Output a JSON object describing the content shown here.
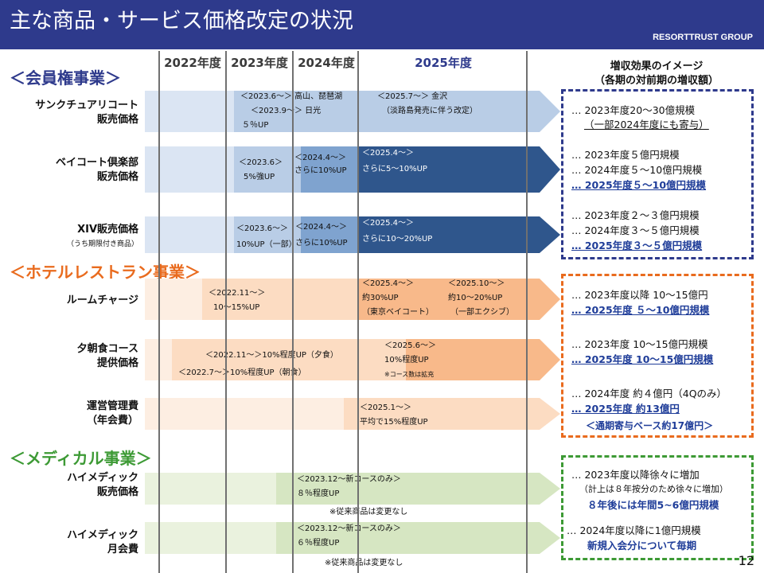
{
  "header": {
    "title": "主な商品・サービス価格改定の状況",
    "brand": "RESORTTRUST GROUP"
  },
  "years": [
    "2022年度",
    "2023年度",
    "2024年度",
    "2025年度"
  ],
  "effect_heading": {
    "line1": "増収効果のイメージ",
    "line2": "（各期の対前期の増収額）"
  },
  "sections": {
    "membership": "＜会員権事業＞",
    "hotel": "＜ホテルレストラン事業＞",
    "medical": "＜メディカル事業＞"
  },
  "rows": {
    "sanctuary": {
      "label1": "サンクチュアリコート",
      "label2": "販売価格",
      "t1": "＜2023.6～＞ 高山、琵琶湖",
      "t2": "＜2023.9～＞ 日光",
      "t3": "５％UP",
      "t4": "＜2025.7～＞ 金沢",
      "t5": "（淡路島発売に伴う改定）"
    },
    "baycourt": {
      "label1": "ベイコート倶楽部",
      "label2": "販売価格",
      "t1": "＜2023.6＞",
      "t2": "5%強UP",
      "t3": "＜2024.4～＞",
      "t4": "さらに10%UP",
      "t5": "＜2025.4～＞",
      "t6": "さらに5～10%UP"
    },
    "xiv": {
      "label1": "XIV販売価格",
      "label2": "（うち期限付き商品）",
      "t1": "＜2023.6～＞",
      "t2": "10%UP（一部）",
      "t3": "＜2024.4～＞",
      "t4": "さらに10%UP",
      "t5": "＜2025.4～＞",
      "t6": "さらに10～20%UP"
    },
    "room": {
      "label1": "ルームチャージ",
      "t1": "＜2022.11～＞",
      "t2": "10～15%UP",
      "t3": "＜2025.4～＞",
      "t4": "約30%UP",
      "t5": "（東京ベイコート）",
      "t6": "＜2025.10～＞",
      "t7": "約10～20%UP",
      "t8": "（一部エクシブ）"
    },
    "meal": {
      "label1": "夕朝食コース",
      "label2": "提供価格",
      "t1": "＜2022.11～＞10%程度UP（夕食）",
      "t2": "＜2022.7～＞10%程度UP（朝食）",
      "t3": "＜2025.6～＞",
      "t4": "10%程度UP",
      "t5": "※コース数は拡充"
    },
    "mgmt": {
      "label1": "運営管理費",
      "label2": "（年会費）",
      "t1": "＜2025.1～＞",
      "t2": "平均で15%程度UP"
    },
    "himedic_sales": {
      "label1": "ハイメディック",
      "label2": "販売価格",
      "t1": "＜2023.12～新コースのみ＞",
      "t2": "８％程度UP",
      "note": "※従来商品は変更なし"
    },
    "himedic_fee": {
      "label1": "ハイメディック",
      "label2": "月会費",
      "t1": "＜2023.12～新コースのみ＞",
      "t2": "６％程度UP",
      "note": "※従来商品は変更なし"
    }
  },
  "effects": {
    "membership": [
      "… 2023年度20～30億規模",
      "（一部2024年度にも寄与）",
      "… 2023年度５億円規模",
      "… 2024年度５～10億円規模",
      "… 2025年度５～10億円規模",
      "… 2023年度２～３億円規模",
      "… 2024年度３～５億円規模",
      "… 2025年度３～５億円規模"
    ],
    "hotel": [
      "… 2023年度以降 10～15億円",
      "… 2025年度 ５～10億円規模",
      "… 2023年度 10～15億円規模",
      "… 2025年度 10～15億円規模",
      "… 2024年度 約４億円（4Qのみ）",
      "… 2025年度 約13億円",
      "＜通期寄与ベース約17億円＞"
    ],
    "medical": [
      "… 2023年度以降徐々に増加",
      "（計上は８年按分のため徐々に増加）",
      "８年後には年間5~6億円規模",
      "… 2024年度以降に1億円規模",
      "新規入会分について毎期"
    ]
  },
  "colors": {
    "header_bg": "#2e3a8c",
    "membership_box": "#2e3a8c",
    "hotel_box": "#e96b1e",
    "medical_box": "#3d9a35",
    "section_membership": "#2e3a8c",
    "section_hotel": "#e96b1e",
    "section_medical": "#3d9a35"
  },
  "page_number": "12"
}
